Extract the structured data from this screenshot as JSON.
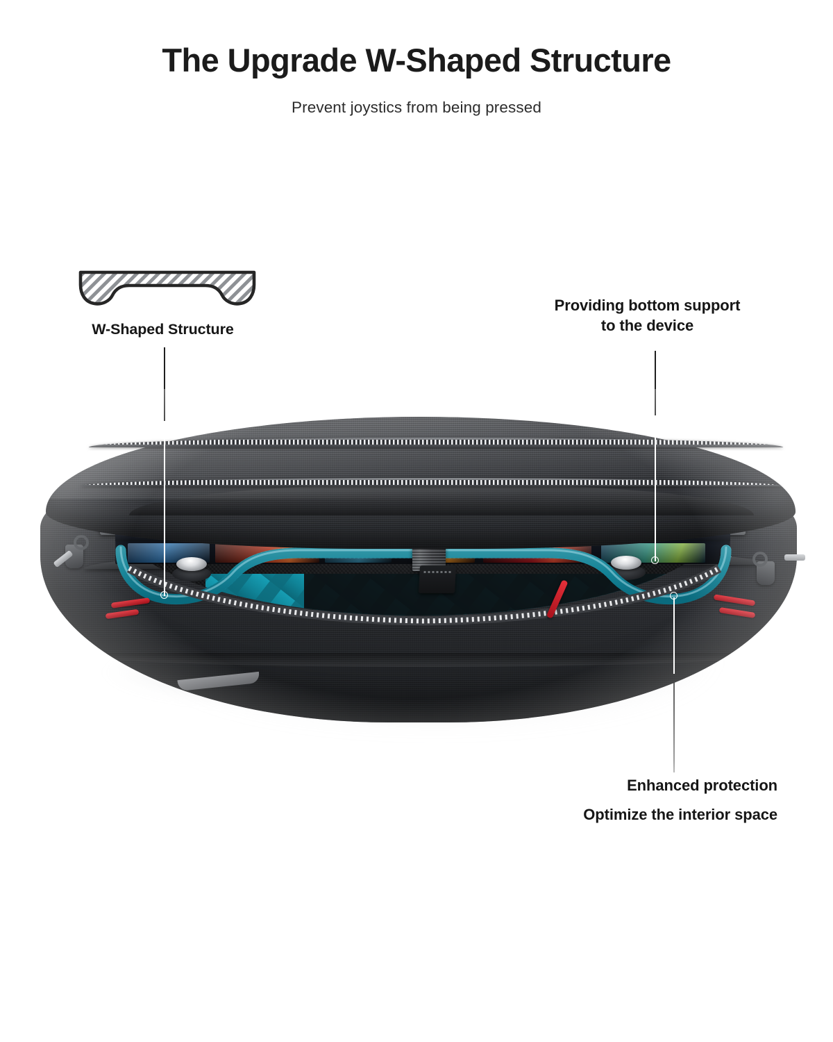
{
  "header": {
    "title": "The Upgrade W-Shaped Structure",
    "subtitle": "Prevent joystics from being pressed"
  },
  "callouts": {
    "wshape": {
      "label": "W-Shaped Structure"
    },
    "bottom_support": {
      "line1": "Providing bottom support",
      "line2": "to the device"
    },
    "enhanced": {
      "line1": "Enhanced protection",
      "line2": "Optimize the interior space"
    }
  },
  "icons": {
    "wshape_diagram": "w-shaped-cross-section-icon"
  },
  "colors": {
    "teal_liner": "#0f7f90",
    "teal_cord": "#2ab6cc",
    "red_accent": "#d82c35",
    "bag_body": "#2f3135",
    "text": "#1b1b1b",
    "background": "#ffffff"
  },
  "device": {
    "controls": [
      {
        "name": "volume-down-button",
        "glyph": "−"
      },
      {
        "name": "volume-up-button",
        "glyph": "+"
      },
      {
        "name": "headphone-jack",
        "glyph": ""
      },
      {
        "name": "speaker-grille-left",
        "glyph": ""
      },
      {
        "name": "speaker-grille-right",
        "glyph": ""
      },
      {
        "name": "game-card-slot",
        "glyph": ""
      },
      {
        "name": "status-led",
        "glyph": ""
      },
      {
        "name": "power-button",
        "glyph": "⏻"
      }
    ],
    "screen_tiles": [
      "#1c3f6e",
      "#7a2418",
      "#b8361f",
      "#18415a",
      "#2b6e4d",
      "#5a1f6b"
    ]
  }
}
